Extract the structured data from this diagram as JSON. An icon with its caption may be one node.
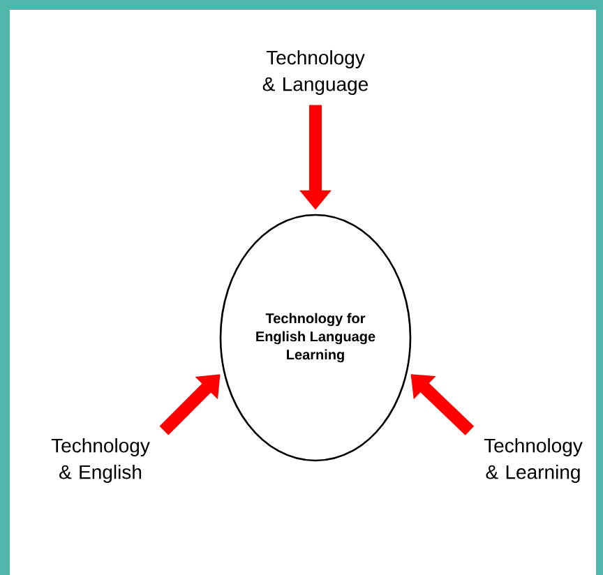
{
  "diagram": {
    "nodes": [
      {
        "text": [
          "Technology & Language"
        ]
      },
      {
        "text": [
          "Technology for English Language Learning"
        ]
      },
      {
        "text": [
          "Technology & English"
        ]
      },
      {
        "text": [
          "Technology & Learning"
        ]
      }
    ],
    "edges": [
      {
        "from": 0,
        "to": 1,
        "arrow": "to"
      },
      {
        "from": 2,
        "to": 1,
        "arrow": "to"
      },
      {
        "from": 3,
        "to": 1,
        "arrow": "to"
      }
    ]
  }
}
